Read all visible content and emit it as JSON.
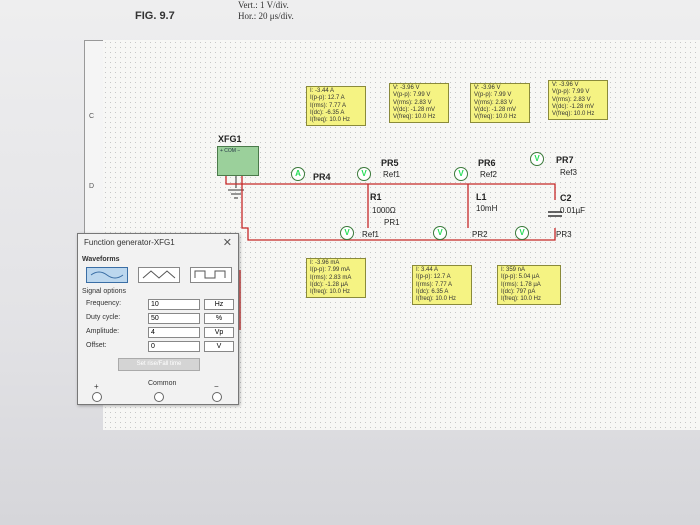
{
  "page": {
    "figure_label": "FIG. 9.7",
    "scale_vert": "Vert.: 1 V/div.",
    "scale_hor": "Hor.: 20 μs/div."
  },
  "ruler": {
    "marks": [
      "C",
      "D"
    ]
  },
  "components": {
    "xfg": {
      "name": "XFG1",
      "pins": "+ COM −"
    },
    "r1": {
      "name": "R1",
      "value": "1000Ω"
    },
    "l1": {
      "name": "L1",
      "value": "10mH"
    },
    "c2": {
      "name": "C2",
      "value": "0.01µF"
    },
    "pr1": "PR1",
    "pr2": "PR2",
    "pr3": "PR3",
    "pr4": "PR4",
    "pr5": "PR5",
    "pr6": "PR6",
    "pr7": "PR7",
    "ref1": "Ref1",
    "ref1b": "Ref1",
    "ref2": "Ref2",
    "ref3": "Ref3"
  },
  "probes": {
    "pr4": [
      "I: -3.44 A",
      "I(p-p): 12.7 A",
      "I(rms): 7.77 A",
      "I(dc): -6.35 A",
      "I(freq): 10.0 Hz"
    ],
    "pr5": [
      "V: -3.96 V",
      "V(p-p): 7.99 V",
      "V(rms): 2.83 V",
      "V(dc): -1.28 mV",
      "V(freq): 10.0 Hz"
    ],
    "pr6": [
      "V: -3.96 V",
      "V(p-p): 7.99 V",
      "V(rms): 2.83 V",
      "V(dc): -1.28 mV",
      "V(freq): 10.0 Hz"
    ],
    "pr7": [
      "V: -3.96 V",
      "V(p-p): 7.99 V",
      "V(rms): 2.83 V",
      "V(dc): -1.28 mV",
      "V(freq): 10.0 Hz"
    ],
    "pr1": [
      "I: -3.96 mA",
      "I(p-p): 7.99 mA",
      "I(rms): 2.83 mA",
      "I(dc): -1.28 µA",
      "I(freq): 10.0 Hz"
    ],
    "pr2": [
      "I: 3.44 A",
      "I(p-p): 12.7 A",
      "I(rms): 7.77 A",
      "I(dc): 6.35 A",
      "I(freq): 10.0 Hz"
    ],
    "pr3": [
      "I: 359 nA",
      "I(p-p): 5.04 µA",
      "I(rms): 1.78 µA",
      "I(dc): 797 pA",
      "I(freq): 10.0 Hz"
    ]
  },
  "panel": {
    "title": "Function generator-XFG1",
    "close": "✕",
    "waveforms_label": "Waveforms",
    "signal_label": "Signal options",
    "rows": [
      {
        "label": "Frequency:",
        "value": "10",
        "unit": "Hz"
      },
      {
        "label": "Duty cycle:",
        "value": "50",
        "unit": "%"
      },
      {
        "label": "Amplitude:",
        "value": "4",
        "unit": "Vp"
      },
      {
        "label": "Offset:",
        "value": "0",
        "unit": "V"
      }
    ],
    "rise_fall_button": "Set rise/Fall time",
    "terminals": {
      "plus": "+",
      "common": "Common",
      "minus": "−"
    }
  }
}
